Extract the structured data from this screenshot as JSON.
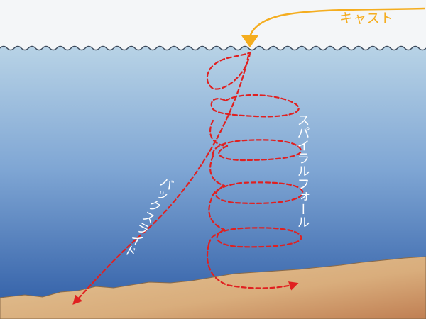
{
  "labels": {
    "cast": "キャスト",
    "spiral_fall": "スパイラルフォール",
    "back_slide": "バックスライド"
  },
  "colors": {
    "sky": "#f4f6f8",
    "water_top": "#b8d3e6",
    "water_bottom": "#2c5aa4",
    "seabed_light": "#dcb988",
    "seabed_dark": "#c98a58",
    "cast_arrow": "#f4ad1f",
    "path": "#e02020",
    "label_text": "#ffffff"
  }
}
